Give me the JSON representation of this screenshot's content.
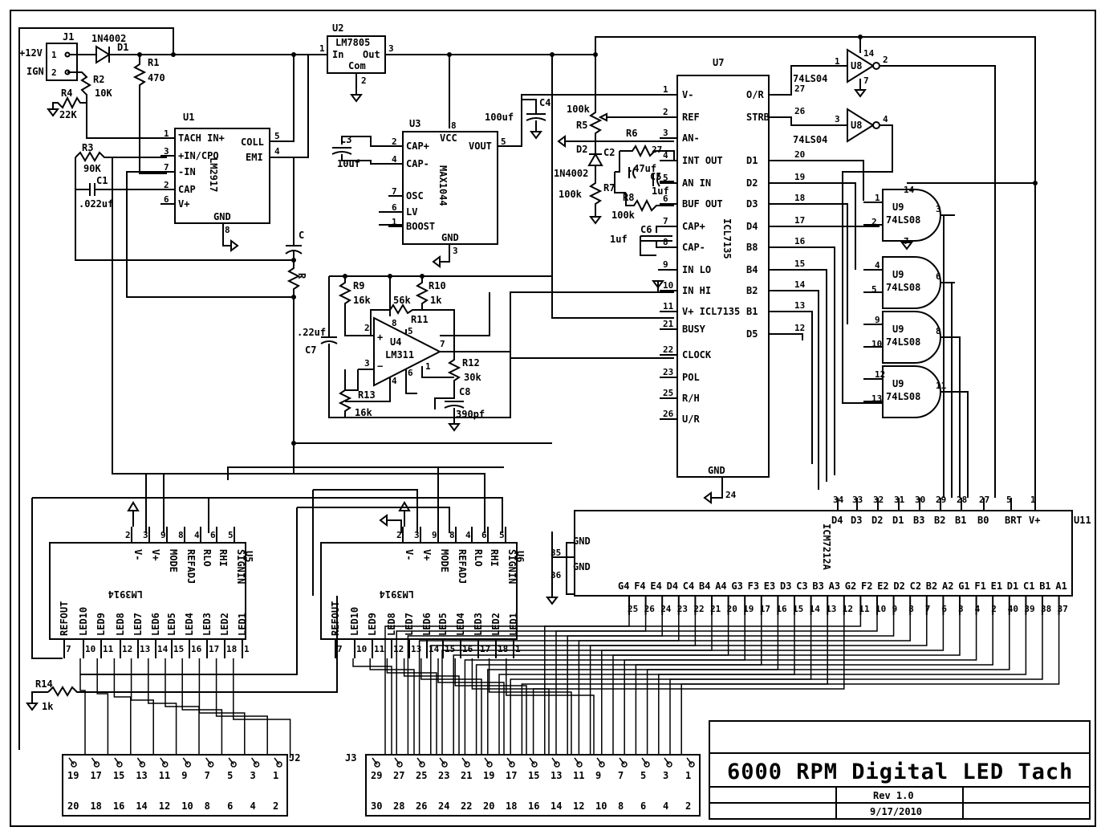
{
  "title_block": {
    "title": "6000 RPM Digital LED Tach",
    "rev": "Rev 1.0",
    "date": "9/17/2010"
  },
  "parts": {
    "j1": {
      "ref": "J1",
      "pins": [
        "1",
        "2"
      ],
      "labels": [
        "+12V",
        "IGN"
      ]
    },
    "d1": {
      "ref": "D1",
      "value": "1N4002"
    },
    "r1": {
      "ref": "R1",
      "value": "470"
    },
    "r2": {
      "ref": "R2",
      "value": "10K"
    },
    "r3": {
      "ref": "R3",
      "value": "90K"
    },
    "r4": {
      "ref": "R4",
      "value": "22K"
    },
    "c1": {
      "ref": "C1",
      "value": ".022uf"
    },
    "c_misc": {
      "ref": "C"
    },
    "r_misc": {
      "ref": "R"
    },
    "u1": {
      "ref": "U1",
      "name": "LM2917",
      "pins_left": [
        [
          "1",
          "TACH IN+"
        ],
        [
          "3",
          "+IN/CPO"
        ],
        [
          "7",
          "-IN"
        ],
        [
          "2",
          "CAP"
        ],
        [
          "6",
          "V+"
        ]
      ],
      "pins_right": [
        [
          "5",
          "COLL"
        ],
        [
          "4",
          "EMI"
        ]
      ],
      "gnd": [
        "8",
        "GND"
      ]
    },
    "u2": {
      "ref": "U2",
      "name": "LM7805",
      "in": "In",
      "out": "Out",
      "com": "Com",
      "p1": "1",
      "p2": "2",
      "p3": "3"
    },
    "u3": {
      "ref": "U3",
      "name": "MAX1044",
      "vcc": "VCC",
      "vcc_pin": "8",
      "gnd": "GND",
      "gnd_pin": "3",
      "pins_left": [
        [
          "2",
          "CAP+"
        ],
        [
          "4",
          "CAP-"
        ],
        [
          "7",
          "OSC"
        ],
        [
          "6",
          "LV"
        ],
        [
          "1",
          "BOOST"
        ]
      ],
      "vout": [
        "5",
        "VOUT"
      ]
    },
    "c3": {
      "ref": "C3",
      "value": "10uf"
    },
    "c4": {
      "ref": "C4",
      "value": "100uf"
    },
    "u4": {
      "ref": "U4",
      "name": "LM311",
      "p2": "2",
      "p3": "3",
      "p5": "5",
      "p6": "6",
      "p7": "7",
      "p8": "8",
      "p4": "4",
      "p1": "1"
    },
    "r9": {
      "ref": "R9",
      "value": "16k"
    },
    "r10": {
      "ref": "R10",
      "value": "1k"
    },
    "r11": {
      "ref": "R11",
      "value": "56k"
    },
    "r12": {
      "ref": "R12",
      "value": "30k"
    },
    "r13": {
      "ref": "R13",
      "value": "16k"
    },
    "c7": {
      "ref": "C7",
      "value": ".22uf"
    },
    "c8": {
      "ref": "C8",
      "value": "390pf"
    },
    "r5": {
      "ref": "R5",
      "value": "100k"
    },
    "r6": {
      "ref": "R6"
    },
    "r7": {
      "ref": "R7",
      "value": "100k"
    },
    "r8": {
      "ref": "R8",
      "value": "100k"
    },
    "d2": {
      "ref": "D2",
      "value": "1N4002"
    },
    "c2": {
      "ref": "C2",
      "value": ".47uf"
    },
    "c5": {
      "ref": "C5",
      "value": "1uf"
    },
    "c6": {
      "ref": "C6",
      "value": "1uf"
    },
    "u7": {
      "ref": "U7",
      "name": "ICL7135",
      "gnd": "GND",
      "gnd_pin": "24",
      "pins_left": [
        [
          "1",
          "V-"
        ],
        [
          "2",
          "REF"
        ],
        [
          "3",
          "AN-"
        ],
        [
          "4",
          "INT OUT"
        ],
        [
          "5",
          "AN IN"
        ],
        [
          "6",
          "BUF OUT"
        ],
        [
          "7",
          "CAP+"
        ],
        [
          "8",
          "CAP-"
        ],
        [
          "9",
          "IN LO"
        ],
        [
          "10",
          "IN HI"
        ],
        [
          "11",
          "V+ ICL7135"
        ],
        [
          "21",
          "BUSY"
        ],
        [
          "22",
          "CLOCK"
        ],
        [
          "23",
          "POL"
        ],
        [
          "25",
          "R/H"
        ],
        [
          "26",
          "U/R"
        ]
      ],
      "pins_right": [
        [
          "27",
          "O/R"
        ],
        [
          "26",
          "STRB"
        ],
        [
          "20",
          "D1"
        ],
        [
          "19",
          "D2"
        ],
        [
          "18",
          "D3"
        ],
        [
          "17",
          "D4"
        ],
        [
          "16",
          "B8"
        ],
        [
          "15",
          "B4"
        ],
        [
          "14",
          "B2"
        ],
        [
          "13",
          "B1"
        ],
        [
          "12",
          "D5"
        ]
      ]
    },
    "u8": {
      "ref": "U8",
      "name": "74LS04",
      "a": [
        "1",
        "2"
      ],
      "b": [
        "3",
        "4"
      ],
      "p14": "14",
      "p7": "7"
    },
    "u9": {
      "ref": "U9",
      "name": "74LS08",
      "p14": "14",
      "p7": "7",
      "gates": [
        [
          "1",
          "2",
          "3"
        ],
        [
          "4",
          "5",
          "6"
        ],
        [
          "9",
          "10",
          "8"
        ],
        [
          "12",
          "13",
          "11"
        ]
      ]
    },
    "u11": {
      "ref": "U11",
      "name": "ICM7212A",
      "top_pins": [
        [
          "34",
          "D4"
        ],
        [
          "33",
          "D3"
        ],
        [
          "32",
          "D2"
        ],
        [
          "31",
          "D1"
        ],
        [
          "30",
          "B3"
        ],
        [
          "29",
          "B2"
        ],
        [
          "28",
          "B1"
        ],
        [
          "27",
          "B0"
        ],
        [
          "5",
          "BRT"
        ],
        [
          "1",
          "V+"
        ]
      ],
      "gnd_pins": [
        [
          "35",
          "GND"
        ],
        [
          "36",
          "GND"
        ]
      ],
      "seg_labels": [
        "G4",
        "F4",
        "E4",
        "D4",
        "C4",
        "B4",
        "A4",
        "G3",
        "F3",
        "E3",
        "D3",
        "C3",
        "B3",
        "A3",
        "G2",
        "F2",
        "E2",
        "D2",
        "C2",
        "B2",
        "A2",
        "G1",
        "F1",
        "E1",
        "D1",
        "C1",
        "B1",
        "A1"
      ],
      "seg_pins": [
        "25",
        "26",
        "24",
        "23",
        "22",
        "21",
        "20",
        "19",
        "17",
        "16",
        "15",
        "14",
        "13",
        "12",
        "11",
        "10",
        "9",
        "8",
        "7",
        "6",
        "3",
        "4",
        "2",
        "40",
        "39",
        "38",
        "37"
      ]
    },
    "u5": {
      "ref": "U5",
      "name": "LM3914"
    },
    "u6": {
      "ref": "U6",
      "name": "LM3914"
    },
    "lm3914": {
      "top_pins": [
        [
          "2",
          "V-"
        ],
        [
          "3",
          "V+"
        ],
        [
          "9",
          "MODE"
        ],
        [
          "8",
          "REFADJ"
        ],
        [
          "4",
          "RLO"
        ],
        [
          "6",
          "RHI"
        ],
        [
          "5",
          "SIGNIN"
        ]
      ],
      "bottom_pins": [
        [
          "7",
          "REFOUT"
        ],
        [
          "10",
          "LED10"
        ],
        [
          "11",
          "LED9"
        ],
        [
          "12",
          "LED8"
        ],
        [
          "13",
          "LED7"
        ],
        [
          "14",
          "LED6"
        ],
        [
          "15",
          "LED5"
        ],
        [
          "16",
          "LED4"
        ],
        [
          "17",
          "LED3"
        ],
        [
          "18",
          "LED2"
        ],
        [
          "1",
          "LED1"
        ]
      ]
    },
    "r14": {
      "ref": "R14",
      "value": "1k"
    },
    "j2": {
      "ref": "J2",
      "top": [
        "19",
        "17",
        "15",
        "13",
        "11",
        "9",
        "7",
        "5",
        "3",
        "1"
      ],
      "bottom": [
        "20",
        "18",
        "16",
        "14",
        "12",
        "10",
        "8",
        "6",
        "4",
        "2"
      ]
    },
    "j3": {
      "ref": "J3",
      "top": [
        "29",
        "27",
        "25",
        "23",
        "21",
        "19",
        "17",
        "15",
        "13",
        "11",
        "9",
        "7",
        "5",
        "3",
        "1"
      ],
      "bottom": [
        "30",
        "28",
        "26",
        "24",
        "22",
        "20",
        "18",
        "16",
        "14",
        "12",
        "10",
        "8",
        "6",
        "4",
        "2"
      ]
    }
  }
}
